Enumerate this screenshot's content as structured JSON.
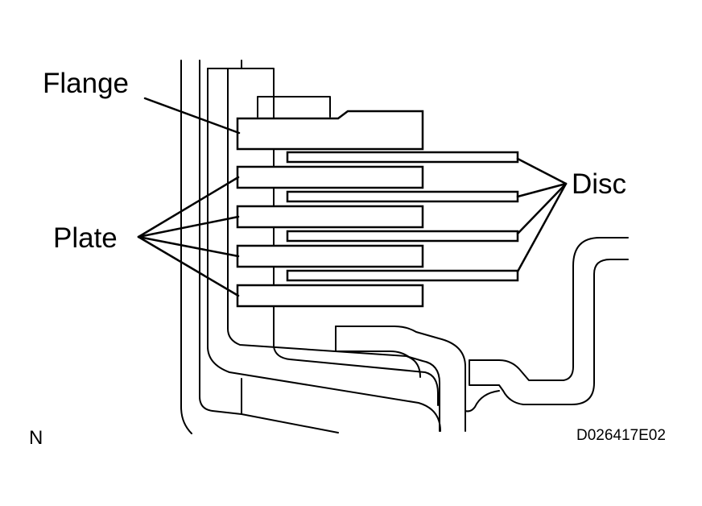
{
  "diagram": {
    "labels": {
      "flange": "Flange",
      "plate": "Plate",
      "disc": "Disc",
      "view_letter": "N",
      "figure_id": "D026417E02"
    },
    "colors": {
      "line": "#000000",
      "background": "#ffffff"
    },
    "counts": {
      "plates": 4,
      "discs": 4,
      "flanges": 1
    }
  }
}
